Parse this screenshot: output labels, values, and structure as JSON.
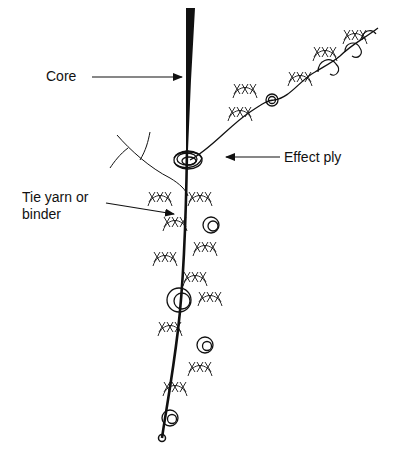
{
  "diagram": {
    "labels": [
      "Core",
      "Effect ply",
      "Tie yarn or binder"
    ]
  }
}
